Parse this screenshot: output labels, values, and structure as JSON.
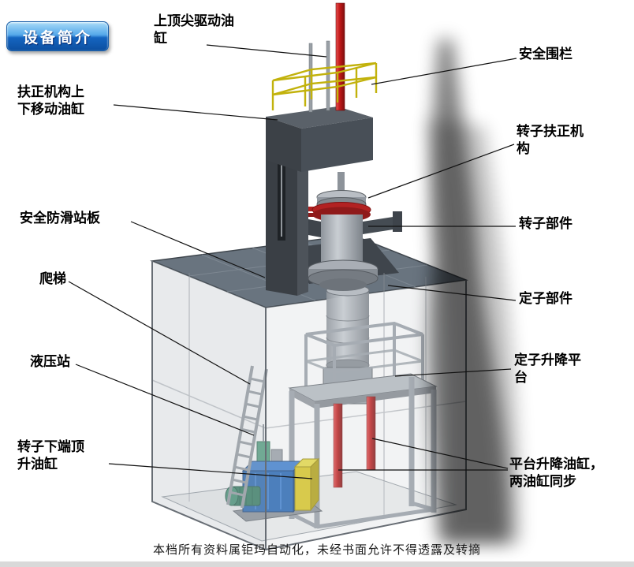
{
  "page": {
    "background": "#ffffff",
    "watermark": "本档所有资料属钜玛自动化，未经书面允许不得透露及转摘"
  },
  "badge": {
    "label": "设备简介",
    "color_top": "#aadcf8",
    "color_bottom": "#0c4fa0"
  },
  "labels": [
    {
      "id": "top-drive-cylinder",
      "text": "上顶尖驱动油\n缸"
    },
    {
      "id": "safety-fence",
      "text": "安全围栏"
    },
    {
      "id": "centering-move-cylinder",
      "text": "扶正机构上\n下移动油缸"
    },
    {
      "id": "rotor-centering-mechanism",
      "text": "转子扶正机\n构"
    },
    {
      "id": "anti-slip-platform",
      "text": "安全防滑站板"
    },
    {
      "id": "rotor-part",
      "text": "转子部件"
    },
    {
      "id": "ladder",
      "text": "爬梯"
    },
    {
      "id": "stator-part",
      "text": "定子部件"
    },
    {
      "id": "hydraulic-station",
      "text": "液压站"
    },
    {
      "id": "stator-lift-platform",
      "text": "定子升降平\n台"
    },
    {
      "id": "rotor-bottom-jack-cylinder",
      "text": "转子下端顶\n升油缸"
    },
    {
      "id": "platform-lift-cylinders",
      "text": "平台升降油缸，\n两油缸同步"
    }
  ],
  "machine": {
    "colors": {
      "cylinder_red": "#b62020",
      "railing_yellow": "#c8b60e",
      "tank_blue": "#2264b4",
      "cabinet_yellow": "#dcc81f",
      "motor_green": "#2e7a5c",
      "platform_gray": "#69747f",
      "frame_gray": "#a8aeb5",
      "column_dark": "#43484f"
    }
  }
}
